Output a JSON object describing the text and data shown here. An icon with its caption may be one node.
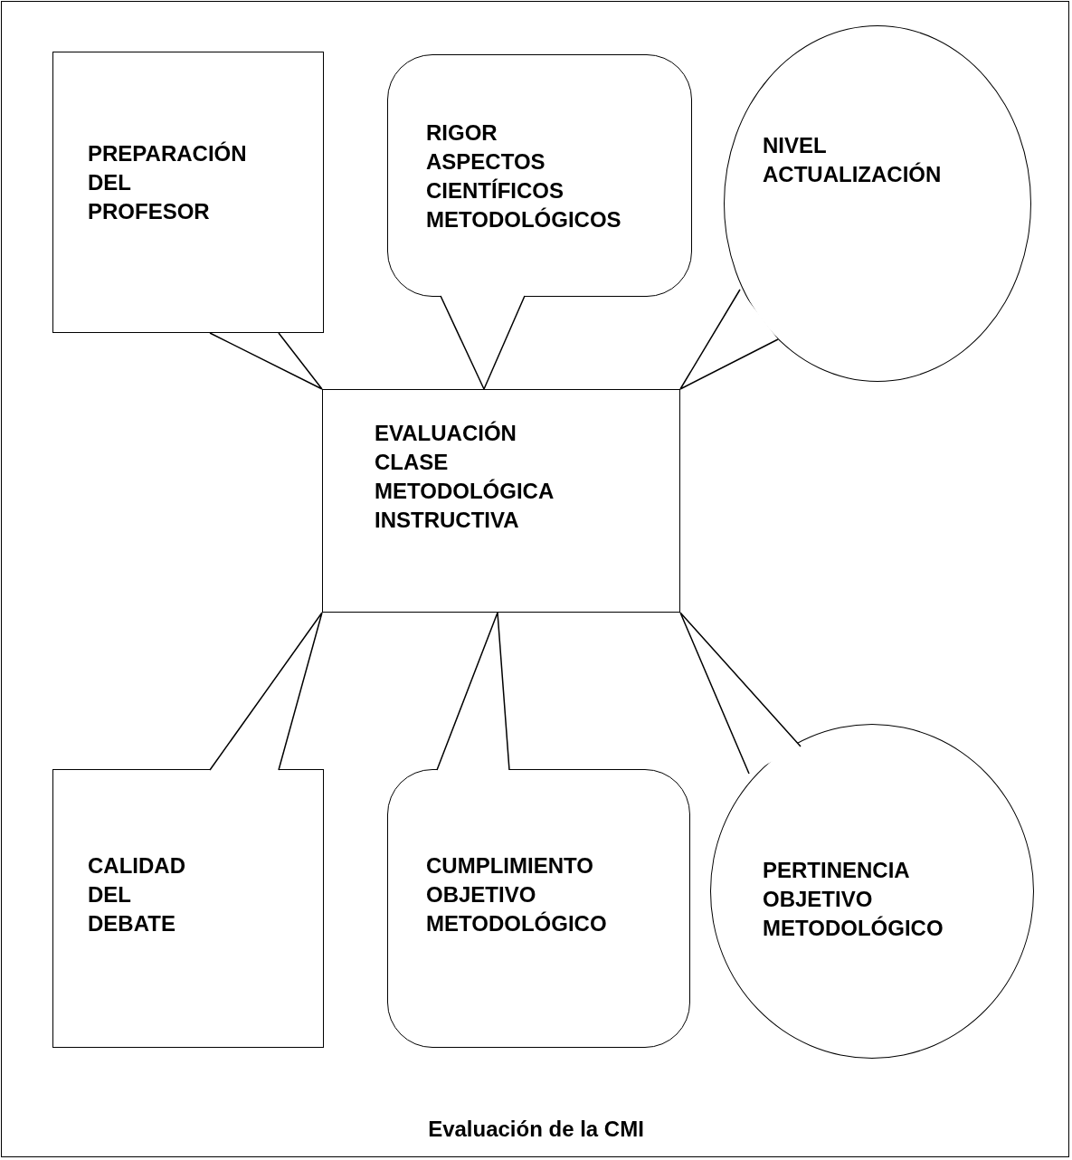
{
  "diagram": {
    "caption": "Evaluación de la CMI",
    "nodes": [
      {
        "text": [
          "PREPARACIÓN DEL PROFESOR"
        ]
      },
      {
        "text": [
          "RIGOR ASPECTOS CIENTÍFICOS METODOLÓGICOS"
        ]
      },
      {
        "text": [
          "NIVEL ACTUALIZACIÓN"
        ]
      },
      {
        "text": [
          "EVALUACIÓN CLASE METODOLÓGICA INSTRUCTIVA"
        ]
      },
      {
        "text": [
          "CALIDAD DEL DEBATE"
        ]
      },
      {
        "text": [
          "CUMPLIMIENTO OBJETIVO METODOLÓGICO"
        ]
      },
      {
        "text": [
          "PERTINENCIA OBJETIVO METODOLÓGICO"
        ]
      }
    ],
    "edges": [
      {
        "from": 0,
        "to": 3,
        "arrow": "none"
      },
      {
        "from": 1,
        "to": 3,
        "arrow": "none"
      },
      {
        "from": 2,
        "to": 3,
        "arrow": "none"
      },
      {
        "from": 4,
        "to": 3,
        "arrow": "none"
      },
      {
        "from": 5,
        "to": 3,
        "arrow": "none"
      },
      {
        "from": 6,
        "to": 3,
        "arrow": "none"
      }
    ]
  }
}
